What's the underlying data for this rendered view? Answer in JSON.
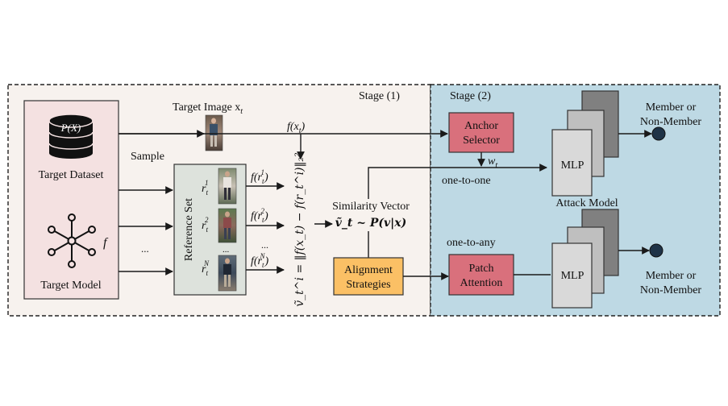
{
  "stage1": {
    "label": "Stage (1)"
  },
  "stage2": {
    "label": "Stage (2)"
  },
  "target_dataset": {
    "symbol": "P(X)",
    "label": "Target Dataset"
  },
  "target_model": {
    "symbol": "f",
    "label": "Target Model"
  },
  "sample_label": "Sample",
  "target_image": {
    "label": "Target Image x",
    "sub": "t"
  },
  "fx_label": "f(x",
  "fx_sub": "t",
  "fx_close": ")",
  "reference_set": {
    "title": "Reference Set",
    "items": [
      {
        "r": "r",
        "sub": "t",
        "sup": "1"
      },
      {
        "r": "r",
        "sub": "t",
        "sup": "2"
      },
      {
        "r": "r",
        "sub": "t",
        "sup": "N"
      }
    ],
    "dots": "..."
  },
  "ref_features": [
    "f(r",
    "f(r",
    "f(r"
  ],
  "ref_feature_sups": [
    "1",
    "2",
    "N"
  ],
  "ref_feature_subs": [
    "t",
    "t",
    "t"
  ],
  "ellipsis_left": "...",
  "ellipsis_mid": "...",
  "distance_formula": "ṽ_t^i = ‖f(x_t) − f(r_t^i)‖₂²",
  "similarity": {
    "title": "Similarity Vector",
    "formula": "ṽ_t ~ P(v|x)"
  },
  "alignment": {
    "line1": "Alignment",
    "line2": "Strategies"
  },
  "anchor": {
    "line1": "Anchor",
    "line2": "Selector"
  },
  "patch": {
    "line1": "Patch",
    "line2": "Attention"
  },
  "wt": {
    "base": "w",
    "sub": "t"
  },
  "one_to_one": "one-to-one",
  "one_to_any": "one-to-any",
  "mlp_label": "MLP",
  "attack_model_label": "Attack Model",
  "output1": {
    "line1": "Member or",
    "line2": "Non-Member"
  },
  "output2": {
    "line1": "Member or",
    "line2": "Non-Member"
  },
  "colors": {
    "stage1_bg": "#f7f2ee",
    "stage2_bg": "#bed9e4",
    "target_panel": "#f4e1e1",
    "anchor_box": "#d9707c",
    "patch_box": "#d9707c",
    "alignment_box": "#fbc065",
    "reference_box": "#dde2dc",
    "mlp_front": "#d9d9d9",
    "mlp_mid": "#bfbfbf",
    "mlp_back": "#808080",
    "output_dot": "#1f3347"
  }
}
